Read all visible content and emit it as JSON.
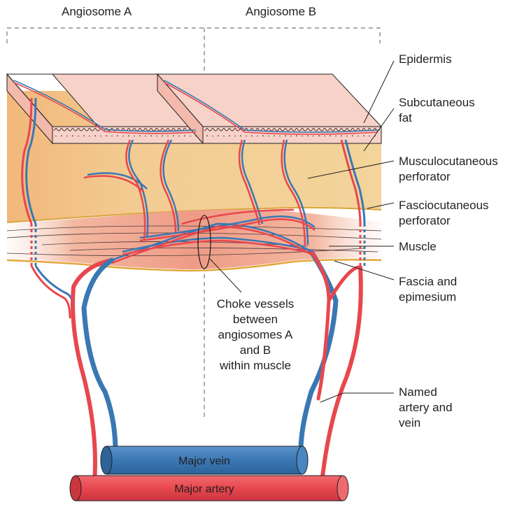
{
  "headers": {
    "angiosome_a": "Angiosome A",
    "angiosome_b": "Angiosome B"
  },
  "labels": {
    "epidermis": "Epidermis",
    "subcutaneous_1": "Subcutaneous",
    "subcutaneous_2": "fat",
    "musculo_1": "Musculocutaneous",
    "musculo_2": "perforator",
    "fascio_1": "Fasciocutaneous",
    "fascio_2": "perforator",
    "muscle": "Muscle",
    "fascia_1": "Fascia and",
    "fascia_2": "epimesium",
    "choke_1": "Choke vessels",
    "choke_2": "between",
    "choke_3": "angiosomes A",
    "choke_4": "and B",
    "choke_5": "within muscle",
    "named_1": "Named",
    "named_2": "artery and",
    "named_3": "vein",
    "major_vein": "Major vein",
    "major_artery": "Major artery"
  },
  "colors": {
    "artery": "#e8474e",
    "vein": "#3a78b4",
    "fat": "#f2cf93",
    "muscle": "#f1a98f",
    "skin": "#f7cfc6",
    "fascia": "#e8b43a"
  }
}
